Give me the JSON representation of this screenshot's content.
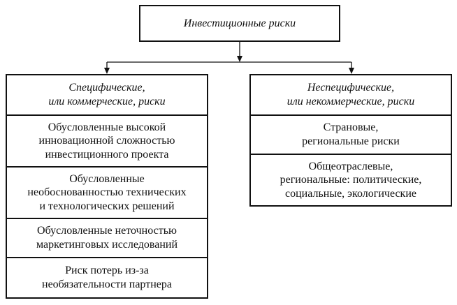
{
  "root": {
    "label": "Инвестиционные риски"
  },
  "left": {
    "header": "Специфические,\nили коммерческие, риски",
    "items": [
      "Обусловленные высокой\nинновационной сложностью\nинвестиционного проекта",
      "Обусловленные\nнеобоснованностью технических\nи технологических решений",
      "Обусловленные неточностью\nмаркетинговых исследований",
      "Риск потерь из-за\nнеобязательности партнера"
    ]
  },
  "right": {
    "header": "Неспецифические,\nили некоммерческие, риски",
    "items": [
      "Страновые,\nрегиональные риски",
      "Общеотраслевые,\nрегиональные: политические,\nсоциальные, экологические"
    ]
  }
}
